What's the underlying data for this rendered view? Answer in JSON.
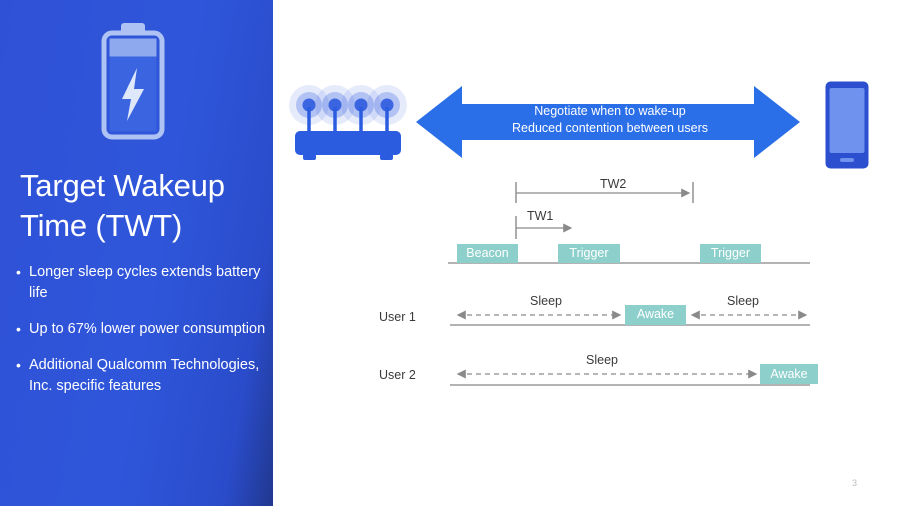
{
  "slide": {
    "page_number": "3",
    "background_color": "#ffffff"
  },
  "left_panel": {
    "background_color": "#2f51d6",
    "icon": "battery-charging-icon",
    "title": "Target Wakeup Time (TWT)",
    "title_line1": "Target Wakeup",
    "title_line2": "Time (TWT)",
    "bullet_marker": "•",
    "bullets": [
      "Longer sleep cycles extends battery life",
      "Up to 67% lower power consumption",
      "Additional Qualcomm Technologies, Inc. specific features"
    ]
  },
  "diagram": {
    "router_icon": "wifi-router-icon",
    "phone_icon": "smartphone-icon",
    "arrow": {
      "icon": "double-headed-arrow-icon",
      "color": "#2b6fe8",
      "line1": "Negotiate when to wake-up",
      "line2": "Reduced contention between users"
    },
    "accent_color": "#8ccfcb",
    "line_color": "#9a9a9a",
    "timing": {
      "spans": [
        {
          "name": "TW2",
          "label": "TW2"
        },
        {
          "name": "TW1",
          "label": "TW1"
        }
      ],
      "frames": [
        {
          "name": "beacon",
          "label": "Beacon"
        },
        {
          "name": "trigger-1",
          "label": "Trigger"
        },
        {
          "name": "trigger-2",
          "label": "Trigger"
        }
      ]
    },
    "users": [
      {
        "name": "User 1",
        "segments": [
          {
            "type": "sleep",
            "label": "Sleep"
          },
          {
            "type": "awake",
            "label": "Awake"
          },
          {
            "type": "sleep",
            "label": "Sleep"
          }
        ]
      },
      {
        "name": "User 2",
        "segments": [
          {
            "type": "sleep",
            "label": "Sleep"
          },
          {
            "type": "awake",
            "label": "Awake"
          }
        ]
      }
    ]
  }
}
